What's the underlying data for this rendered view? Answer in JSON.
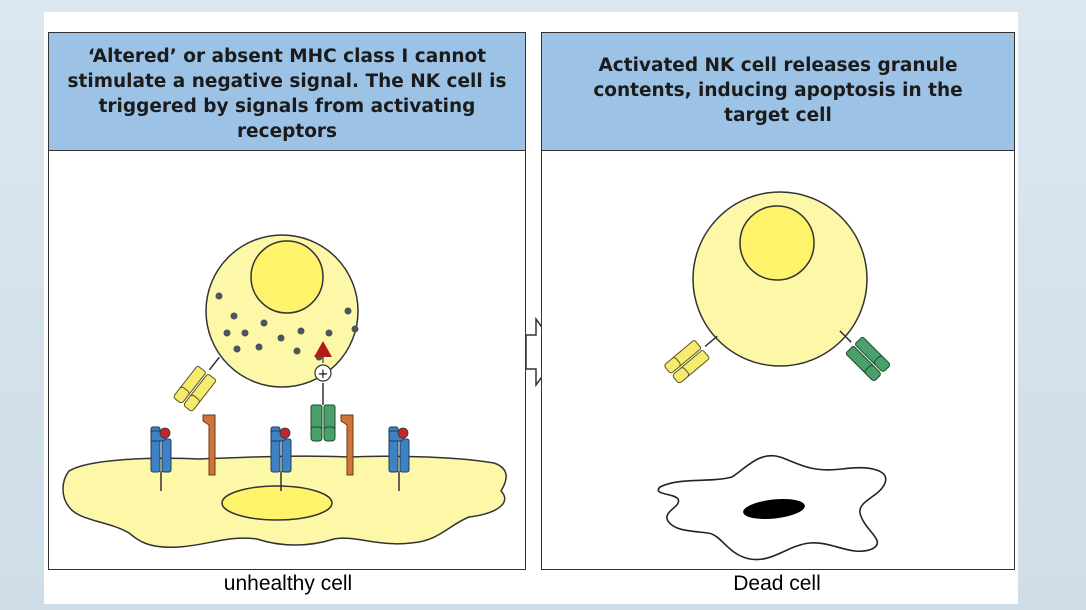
{
  "left_panel": {
    "header": "‘Altered’ or absent MHC class I cannot stimulate a negative signal. The NK cell is triggered by signals from activating receptors",
    "caption": "unhealthy cell",
    "plus_symbol": "+"
  },
  "right_panel": {
    "header": "Activated NK cell releases granule contents, inducing apoptosis in the target cell",
    "caption": "Dead cell"
  },
  "colors": {
    "header_fill": "#9cc3e6",
    "cell_fill": "#fdf7a8",
    "nucleus_fill": "#fef36a",
    "granule": "#4e545c",
    "inhibitory_receptor": "#f5eb6e",
    "activating_receptor": "#4aa06a",
    "mhc": "#3f82c4",
    "ligand": "#d0753a",
    "signal_arrow": "#b31b1b",
    "dead_nucleus": "#000000"
  }
}
